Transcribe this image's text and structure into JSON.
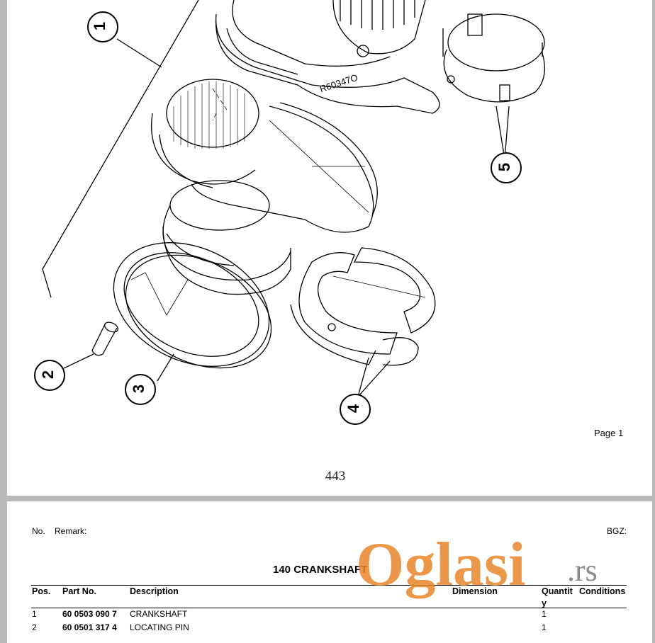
{
  "drawing": {
    "callouts": [
      "1",
      "2",
      "3",
      "4",
      "5"
    ],
    "stamp_text": "R60347O"
  },
  "page_label": "Page 1",
  "page_number": "443",
  "parts_list": {
    "no_label": "No.",
    "remark_label": "Remark:",
    "bgz_label": "BGZ:",
    "title": "140 CRANKSHAFT",
    "columns": {
      "pos": "Pos.",
      "part_no": "Part No.",
      "description": "Description",
      "dimension": "Dimension",
      "quantity_a": "Quantit",
      "quantity_b": "y",
      "conditions": "Conditions"
    },
    "rows": [
      {
        "pos": "1",
        "part_no": "60 0503 090 7",
        "description": "CRANKSHAFT",
        "quantity": "1"
      },
      {
        "pos": "2",
        "part_no": "60 0501 317 4",
        "description": "LOCATING PIN",
        "quantity": "1"
      }
    ]
  },
  "watermark": {
    "text_main": "Oglasi",
    "text_suffix": ".rs",
    "color": "#e8862a"
  }
}
